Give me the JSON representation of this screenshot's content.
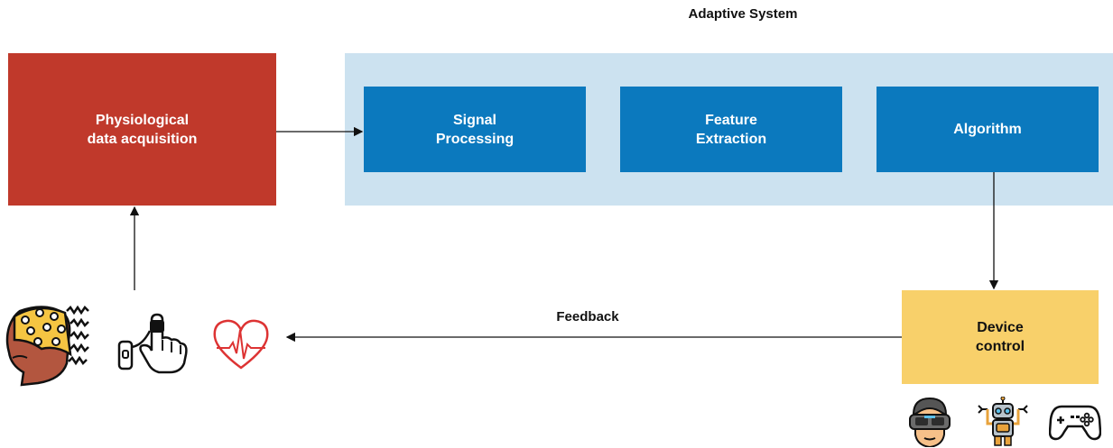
{
  "diagram": {
    "title": "Adaptive System",
    "nodes": {
      "physiological": "Physiological\ndata acquisition",
      "signal_processing": "Signal\nProcessing",
      "feature_extraction": "Feature\nExtraction",
      "algorithm": "Algorithm",
      "device_control": "Device\ncontrol"
    },
    "feedback_label": "Feedback",
    "colors": {
      "physiological_box": "#c0392b",
      "adaptive_background": "#cce2f0",
      "process_box": "#0b79be",
      "device_box": "#f8d06a"
    },
    "sensor_icons": [
      "eeg-head-icon",
      "finger-sensor-icon",
      "heart-rate-icon"
    ],
    "device_icons": [
      "vr-headset-user-icon",
      "robot-icon",
      "gamepad-icon"
    ]
  }
}
